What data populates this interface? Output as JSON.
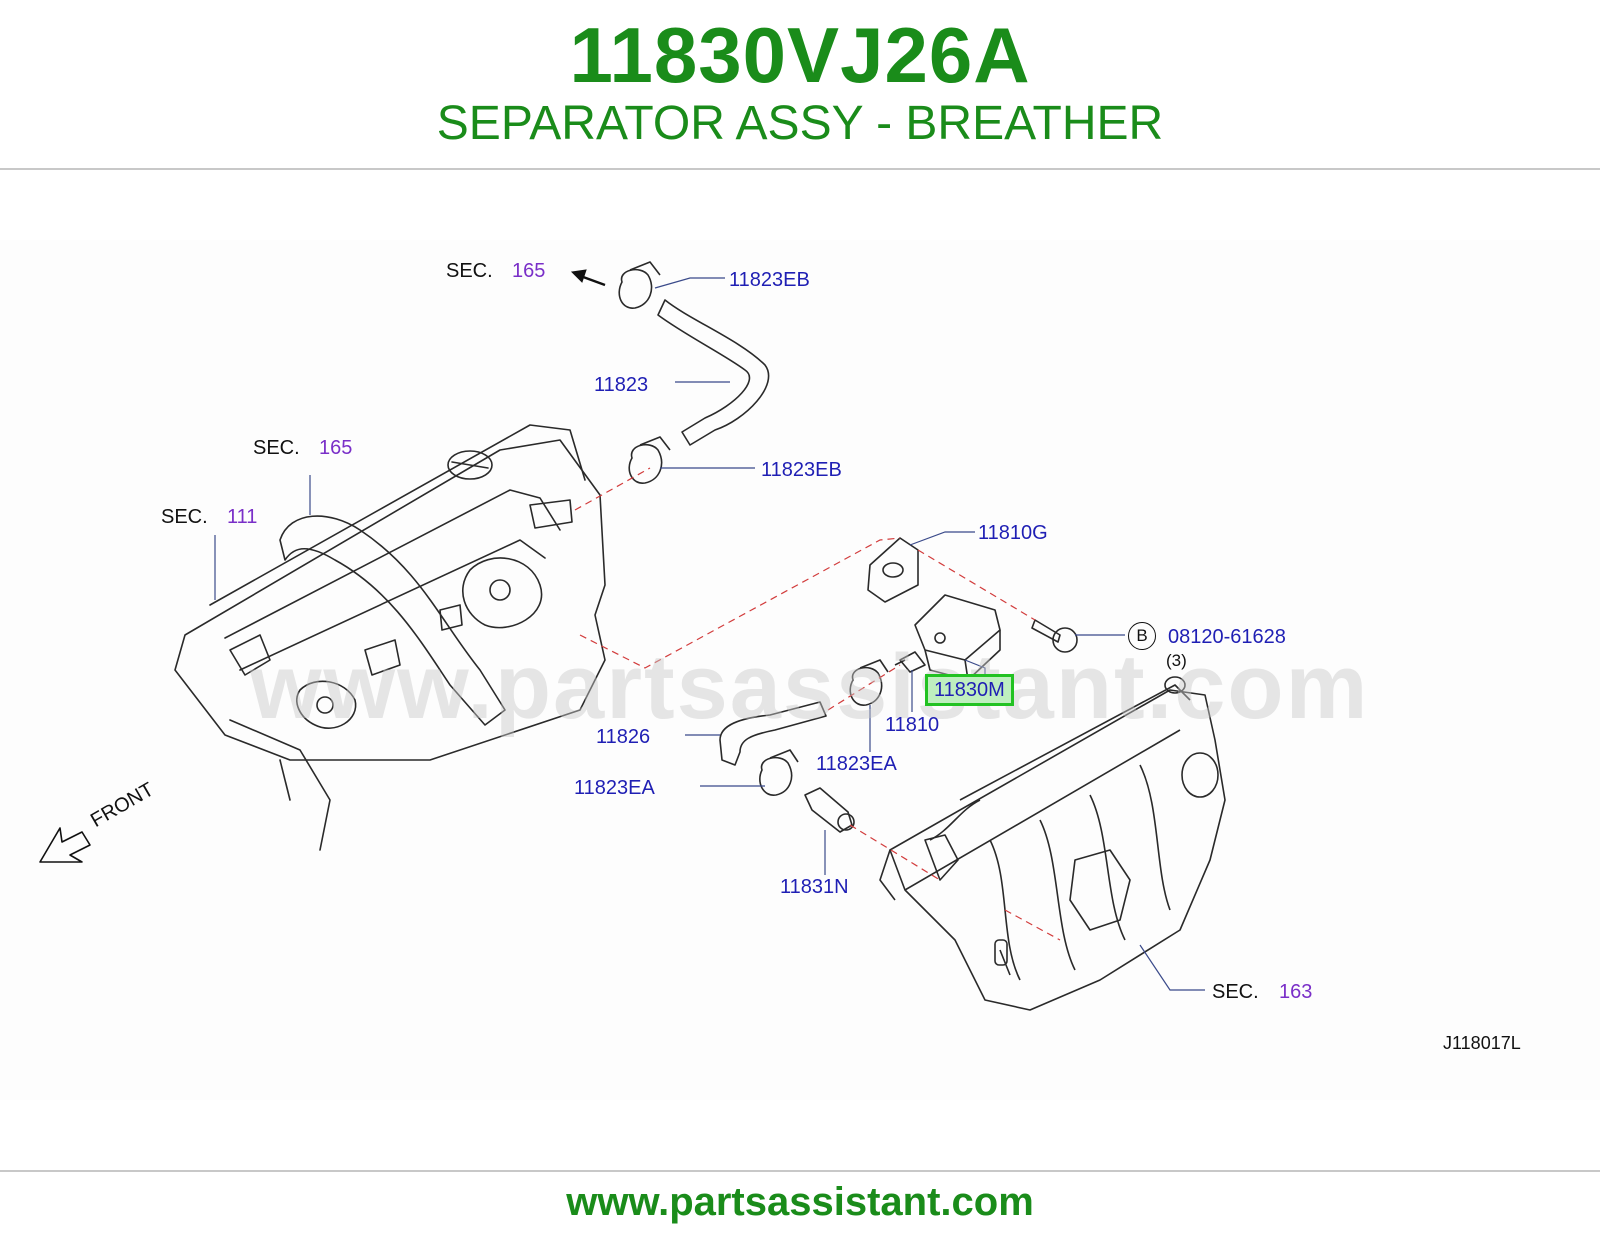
{
  "header": {
    "part_number": "11830VJ26A",
    "part_title": "SEPARATOR ASSY - BREATHER"
  },
  "diagram": {
    "watermark": "www.partsassistant.com",
    "sections": [
      {
        "prefix": "SEC.",
        "number": "165"
      },
      {
        "prefix": "SEC.",
        "number": "165"
      },
      {
        "prefix": "SEC.",
        "number": "111"
      },
      {
        "prefix": "SEC.",
        "number": "163"
      }
    ],
    "callouts": {
      "c1": "11823EB",
      "c2": "11823",
      "c3": "11823EB",
      "c4": "11810G",
      "c5": "08120-61628",
      "c6": "11830M",
      "c7": "11810",
      "c8": "11826",
      "c9": "11823EA",
      "c10": "11823EA",
      "c11": "11831N"
    },
    "bolt_marker": "B",
    "bolt_qty": "(3)",
    "front_label": "FRONT",
    "diagram_ref": "J118017L",
    "highlight_color": "#22c222"
  },
  "footer": {
    "url": "www.partsassistant.com"
  }
}
